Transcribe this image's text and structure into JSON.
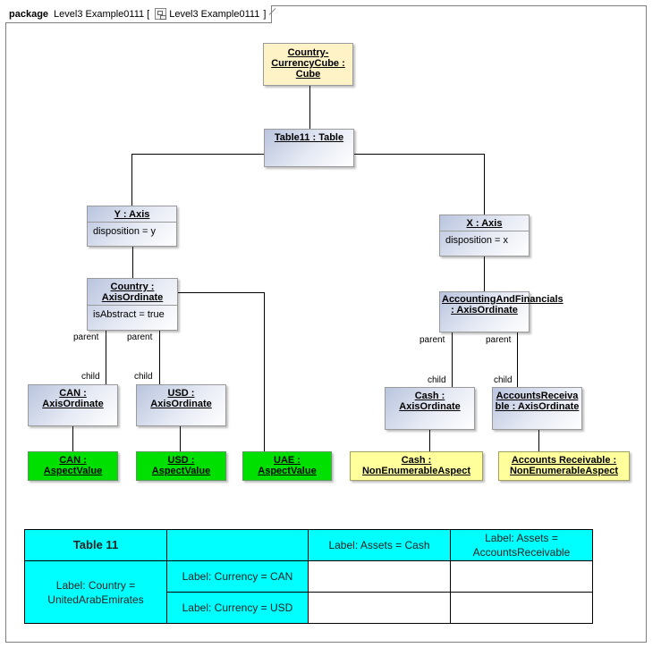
{
  "header": {
    "keyword": "package",
    "name": "Level3 Example0111",
    "bracket_open": "[",
    "diagram_name": "Level3 Example0111",
    "bracket_close": "]",
    "icon": "diagram-icon"
  },
  "nodes": {
    "cube": {
      "title": "Country-CurrencyCube : Cube"
    },
    "table11": {
      "title": "Table11 : Table"
    },
    "y_axis": {
      "title": "Y : Axis",
      "attr": "disposition = y"
    },
    "x_axis": {
      "title": "X : Axis",
      "attr": "disposition = x"
    },
    "country": {
      "title": "Country : AxisOrdinate",
      "attr": "isAbstract = true"
    },
    "acct_fin": {
      "title": "AccountingAndFinancials : AxisOrdinate"
    },
    "can_ord": {
      "title": "CAN : AxisOrdinate"
    },
    "usd_ord": {
      "title": "USD : AxisOrdinate"
    },
    "cash_ord": {
      "title": "Cash : AxisOrdinate"
    },
    "ar_ord": {
      "title": "AccountsReceivable : AxisOrdinate"
    },
    "can_val": {
      "title": "CAN : AspectValue"
    },
    "usd_val": {
      "title": "USD : AspectValue"
    },
    "uae_val": {
      "title": "UAE : AspectValue"
    },
    "cash_asp": {
      "title": "Cash : NonEnumerableAspect"
    },
    "ar_asp": {
      "title": "Accounts Receivable : NonEnumerableAspect"
    }
  },
  "edge_labels": {
    "parent": "parent",
    "child": "child"
  },
  "table": {
    "title": "Table 11",
    "col_cash": "Label: Assets = Cash",
    "col_ar": "Label: Assets = AccountsReceivable",
    "row_country": "Label: Country = UnitedArabEmirates",
    "row_can": "Label: Currency = CAN",
    "row_usd": "Label: Currency = USD"
  },
  "colors": {
    "class_fill": "#dfe5f2",
    "cube_fill": "#fdf3c6",
    "aspect_value_fill": "#00e000",
    "non_enumerable_fill": "#ffff9c",
    "table_header_fill": "#00ffff"
  }
}
